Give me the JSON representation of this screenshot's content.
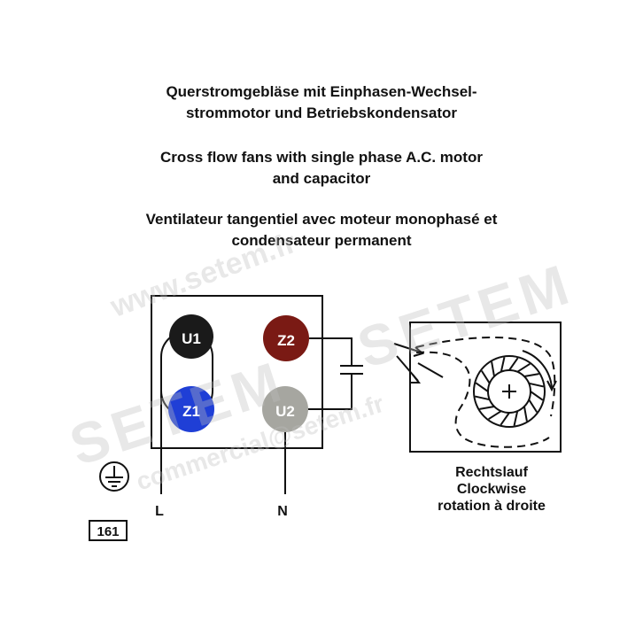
{
  "titles": {
    "de": [
      "Querstromgebläse mit Einphasen-Wechsel-",
      "strommotor und Betriebskondensator"
    ],
    "en": [
      "Cross flow fans with single phase A.C. motor",
      "and capacitor"
    ],
    "fr": [
      "Ventilateur tangentiel avec moteur monophasé et",
      "condensateur permanent"
    ]
  },
  "terminals": {
    "u1": {
      "label": "U1",
      "color": "#1a1a1a"
    },
    "z2": {
      "label": "Z2",
      "color": "#7a1a14"
    },
    "z1": {
      "label": "Z1",
      "color": "#1f3fd6"
    },
    "u2": {
      "label": "U2",
      "color": "#a6a6a0"
    }
  },
  "lines": {
    "l": "L",
    "n": "N"
  },
  "caption": [
    "Rechtslauf",
    "Clockwise",
    "rotation à droite"
  ],
  "figure_number": "161",
  "watermark": {
    "brand": "SETEM",
    "url": "www.setem.fr",
    "email": "commercial@setem.fr"
  }
}
